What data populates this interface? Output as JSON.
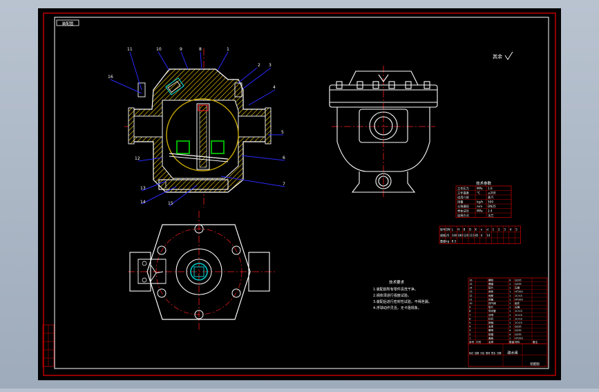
{
  "drawing": {
    "stamp": "装配图",
    "roughness_note": "其余",
    "balloons": [
      "11",
      "10",
      "9",
      "8",
      "1",
      "2",
      "3",
      "4",
      "5",
      "6",
      "7",
      "12",
      "13",
      "14",
      "15",
      "16"
    ],
    "spec_table": {
      "title": "技术参数",
      "rows": [
        [
          "工作压力",
          "MPa",
          "1.6"
        ],
        [
          "工作温度",
          "°C",
          "≤200"
        ],
        [
          "适用介质",
          "",
          "蒸汽"
        ],
        [
          "排量",
          "kg/h",
          "500"
        ],
        [
          "公称通径",
          "mm",
          "DN25"
        ],
        [
          "壳体试压",
          "MPa",
          "2.4"
        ],
        [
          "连接方式",
          "",
          "法兰"
        ]
      ]
    },
    "size_table": {
      "header": [
        "型号",
        "DN",
        "L",
        "H",
        "B",
        "D",
        "K",
        "n",
        "d",
        "1",
        "2",
        "3",
        "4",
        "5"
      ],
      "rows": [
        [
          "规格",
          "25",
          "160",
          "180",
          "120",
          "115",
          "85",
          "4",
          "14",
          "",
          "",
          "",
          "",
          ""
        ],
        [
          "重量",
          "kg",
          "8.5",
          "",
          "",
          "",
          "",
          "",
          "",
          "",
          "",
          "",
          "",
          ""
        ]
      ]
    },
    "tech_notes": {
      "title": "技术要求",
      "lines": [
        "1.装配前所有零件清洗干净。",
        "2.阀体须进行强度试验。",
        "3.装配后进行密封性试验，不得泄漏。",
        "4.浮球动作灵活，无卡阻现象。"
      ]
    },
    "title_block": {
      "name": "疏水阀",
      "drawing_no": "装配图",
      "parts_header": [
        "序号",
        "代号",
        "名称",
        "数量",
        "材料",
        "备注"
      ],
      "parts": [
        [
          "16",
          "",
          "螺栓",
          "4",
          "Q235",
          ""
        ],
        [
          "15",
          "",
          "螺塞",
          "1",
          "Q235",
          ""
        ],
        [
          "14",
          "",
          "垫片",
          "1",
          "石棉",
          ""
        ],
        [
          "13",
          "",
          "阀体",
          "1",
          "HT200",
          ""
        ],
        [
          "12",
          "",
          "阀座",
          "1",
          "1Cr13",
          ""
        ],
        [
          "11",
          "",
          "阀盖",
          "1",
          "HT200",
          ""
        ],
        [
          "10",
          "",
          "排气阀",
          "1",
          "组件",
          ""
        ],
        [
          "9",
          "",
          "垫片",
          "1",
          "石棉",
          ""
        ],
        [
          "8",
          "",
          "导向管",
          "1",
          "1Cr13",
          ""
        ],
        [
          "7",
          "",
          "浮球",
          "1",
          "1Cr13",
          ""
        ],
        [
          "6",
          "",
          "杠杆",
          "1",
          "1Cr13",
          ""
        ],
        [
          "5",
          "",
          "销轴",
          "1",
          "1Cr13",
          ""
        ],
        [
          "4",
          "",
          "支架",
          "1",
          "Q235",
          ""
        ],
        [
          "3",
          "",
          "螺母",
          "4",
          "Q235",
          ""
        ],
        [
          "2",
          "",
          "垫圈",
          "4",
          "Q235",
          ""
        ],
        [
          "1",
          "",
          "盖板",
          "1",
          "HT200",
          ""
        ]
      ]
    },
    "revision_block": [
      "标记",
      "处数",
      "分区",
      "更改",
      "签名",
      "日期"
    ],
    "colors": {
      "frame": "#c00000",
      "outline": "#ffffff",
      "hatch": "#c8a800",
      "leader": "#2a2aff",
      "center": "#ff2020",
      "accent": "#00c8c8",
      "green": "#00b000"
    }
  }
}
